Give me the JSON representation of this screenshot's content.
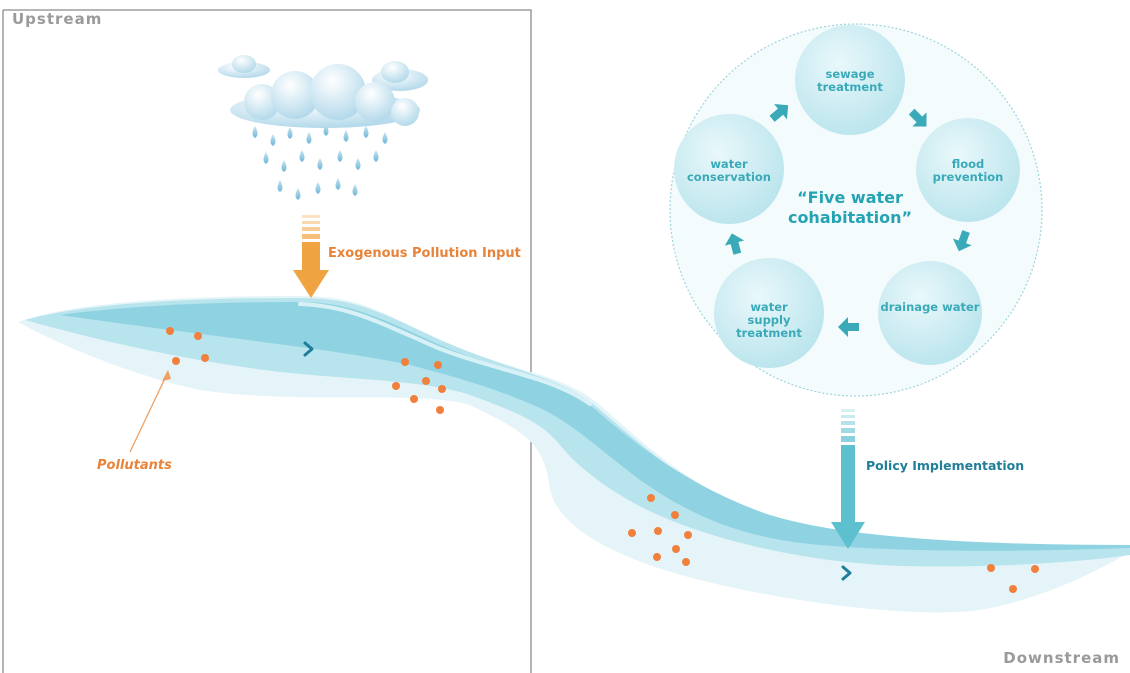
{
  "labels": {
    "upstream": "Upstream",
    "downstream": "Downstream",
    "exogenous_input": "Exogenous Pollution Input",
    "pollutants": "Pollutants",
    "policy": "Policy Implementation",
    "center": "“Five water cohabitation”"
  },
  "cycle_nodes": [
    {
      "id": "sewage",
      "label": "sewage treatment"
    },
    {
      "id": "flood",
      "label": "flood prevention"
    },
    {
      "id": "drainage",
      "label": "drainage water"
    },
    {
      "id": "supply",
      "label": "water supply treatment"
    },
    {
      "id": "conservation",
      "label": "water conservation"
    }
  ],
  "colors": {
    "pollutant": "#f0803c",
    "input_arrow": "#f0a441",
    "policy_arrow": "#5cc0cf",
    "river_dark": "#8fd3e2",
    "river_light": "#dcf2f7",
    "node_fill": "#cfeef3",
    "frame": "#8a8a8a"
  },
  "icons": [
    "cloud-icon",
    "raindrop-icon",
    "river-flow-chevron-icon",
    "cycle-arrow-icon"
  ]
}
